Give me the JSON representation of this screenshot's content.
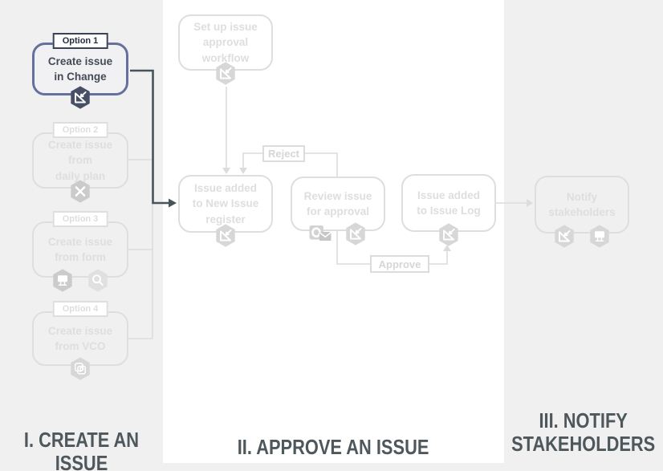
{
  "sections": [
    {
      "label": "I. CREATE AN ISSUE"
    },
    {
      "label": "II. APPROVE AN ISSUE"
    },
    {
      "label": "III. NOTIFY\nSTAKEHOLDERS"
    }
  ],
  "create_options": [
    {
      "badge": "Option 1",
      "title": "Create issue\nin Change",
      "state": "active",
      "icons": [
        "change-app-icon"
      ]
    },
    {
      "badge": "Option 2",
      "title": "Create issue\nfrom\ndaily plan",
      "state": "inactive",
      "icons": [
        "daily-plan-app-icon"
      ]
    },
    {
      "badge": "Option 3",
      "title": "Create issue\nfrom form",
      "state": "inactive",
      "icons": [
        "forms-app-icon",
        "search-app-icon"
      ]
    },
    {
      "badge": "Option 4",
      "title": "Create issue\nfrom VCO",
      "state": "inactive",
      "icons": [
        "vco-app-icon"
      ]
    }
  ],
  "approve_steps": [
    {
      "title": "Set up issue\napproval\nworkflow",
      "state": "inactive",
      "icons": [
        "change-app-icon"
      ]
    },
    {
      "title": "Issue added\nto New Issue\nregister",
      "state": "inactive",
      "icons": [
        "change-app-icon"
      ]
    },
    {
      "title": "Review issue\nfor approval",
      "state": "inactive",
      "icons": [
        "outlook-icon",
        "change-app-icon"
      ]
    },
    {
      "title": "Issue added\nto Issue Log",
      "state": "inactive",
      "icons": [
        "change-app-icon"
      ]
    }
  ],
  "notify_steps": [
    {
      "title": "Notify\nstakeholders",
      "state": "inactive",
      "icons": [
        "change-app-icon",
        "forms-app-icon"
      ]
    }
  ],
  "edge_labels": {
    "reject": "Reject",
    "approve": "Approve"
  },
  "colors": {
    "active_border": "#65719c",
    "active_text": "#454b57",
    "active_icon_bg": "#474f66",
    "flow_arrow": "#47545a",
    "inactive_gray": "#dedede",
    "section_label": "#4d575c",
    "panel_bg": "#f0f0f0",
    "canvas_bg": "#ffffff"
  }
}
